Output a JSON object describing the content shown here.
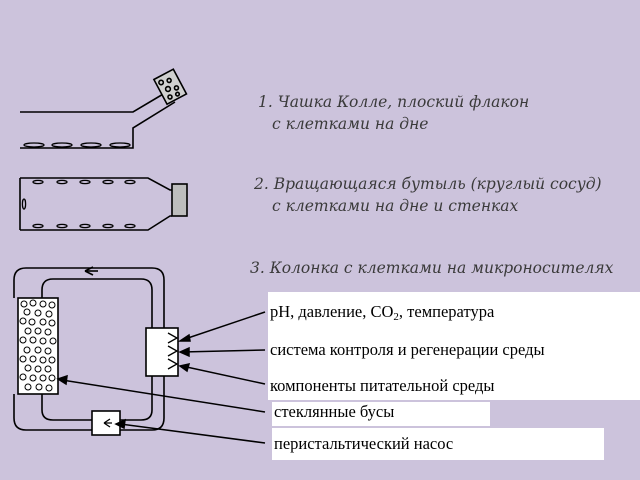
{
  "background_color": "#ccc3dc",
  "captions": {
    "item1_line1": "1. Чашка Колле, плоский флакон",
    "item1_line2": "с  клетками на дне",
    "item2_line1": "2. Вращающаяся бутыль (круглый сосуд)",
    "item2_line2": "с клетками на дне и стенках",
    "item3_line1": "3. Колонка с клетками на микроносителях"
  },
  "labels": {
    "ph_pre": "pH, давление, CO",
    "ph_sub": "2",
    "ph_post": ", температура",
    "control": "система контроля и регенерации среды",
    "nutrients": "компоненты питательной среды",
    "beads": "стеклянные бусы",
    "pump": "перистальтический насос"
  },
  "icons": {
    "flask": "flat-flask-icon",
    "bottle": "roller-bottle-icon",
    "column": "bead-column-icon",
    "pump": "peristaltic-pump-icon"
  }
}
